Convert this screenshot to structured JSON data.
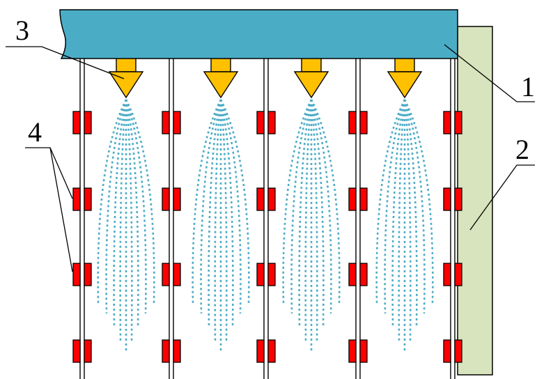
{
  "labels": {
    "one": "1",
    "two": "2",
    "three": "3",
    "four": "4"
  },
  "colors": {
    "pipe": "#4BACC6",
    "wall": "#D7E4BD",
    "nozzle": "#FFC000",
    "spray": "#4BACC6",
    "element": "#FF0000",
    "line": "#000000"
  },
  "nozzle_count": 4,
  "rod_count": 5,
  "element_rows": 4
}
